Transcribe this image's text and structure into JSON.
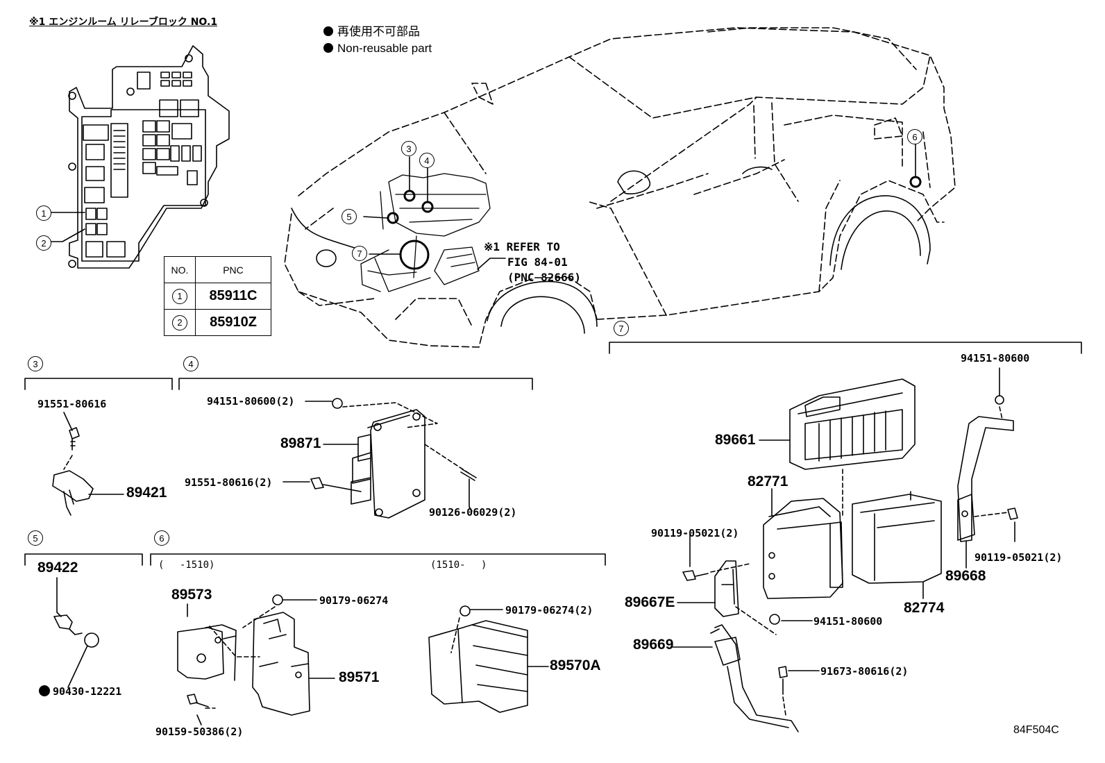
{
  "relay_block_title": "※1 エンジンルーム リレーブロック NO.1",
  "legend": {
    "jp": "再使用不可部品",
    "en": "Non-reusable part"
  },
  "refer_note": {
    "line1": "※1 REFER TO",
    "line2": "FIG 84-01",
    "line3": "(PNC 82666)"
  },
  "table": {
    "headers": [
      "NO.",
      "PNC"
    ],
    "rows": [
      {
        "no": "1",
        "pnc": "85911C"
      },
      {
        "no": "2",
        "pnc": "85910Z"
      }
    ]
  },
  "callouts": [
    "1",
    "2",
    "3",
    "4",
    "5",
    "6",
    "7"
  ],
  "sections": {
    "s3": {
      "number": "3",
      "bolt": "91551-80616",
      "sensor": "89421"
    },
    "s4": {
      "number": "4",
      "nut": "94151-80600(2)",
      "unit": "89871",
      "bolt": "91551-80616(2)",
      "stud": "90126-06029(2)"
    },
    "s5": {
      "number": "5",
      "sensor": "89422",
      "gasket": "90430-12221"
    },
    "s6": {
      "number": "6",
      "range_a": "(　 -1510)",
      "range_b": "(1510-　 )",
      "bracket": "89573",
      "nut_a": "90179-06274",
      "unit_a": "89571",
      "bolt": "90159-50386(2)",
      "nut_b": "90179-06274(2)",
      "unit_b": "89570A"
    },
    "s7": {
      "number": "7",
      "nut_top": "94151-80600",
      "ecu": "89661",
      "case": "82771",
      "bolt_left": "90119-05021(2)",
      "bolt_right": "90119-05021(2)",
      "bracket_right": "89668",
      "bracket_e": "89667E",
      "nut_mid": "94151-80600",
      "cover": "82774",
      "harness": "89669",
      "bolt_bottom": "91673-80616(2)"
    }
  },
  "figure_code": "84F504C"
}
